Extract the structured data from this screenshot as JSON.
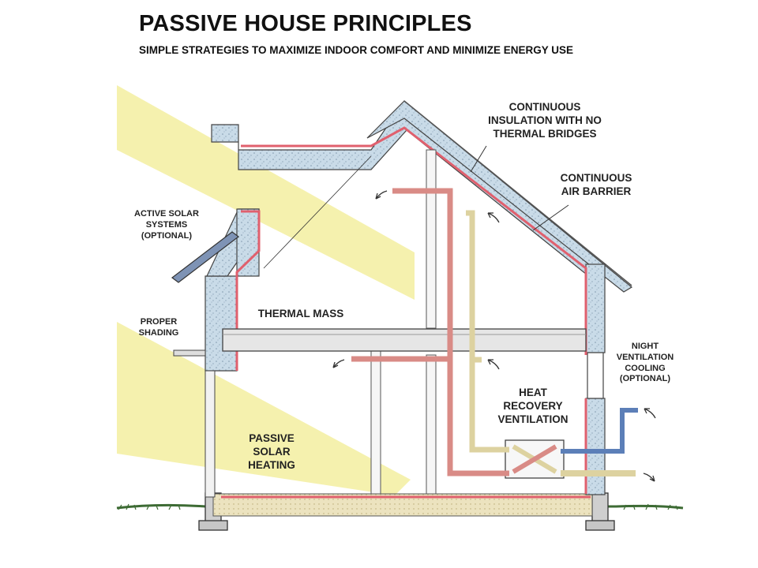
{
  "title": "PASSIVE HOUSE PRINCIPLES",
  "subtitle": "SIMPLE STRATEGIES TO MAXIMIZE INDOOR COMFORT AND MINIMIZE ENERGY USE",
  "labels": {
    "continuous_insulation": "CONTINUOUS\nINSULATION WITH NO\nTHERMAL BRIDGES",
    "continuous_air_barrier": "CONTINUOUS\nAIR BARRIER",
    "active_solar": "ACTIVE SOLAR\nSYSTEMS\n(OPTIONAL)",
    "proper_shading": "PROPER\nSHADING",
    "thermal_mass": "THERMAL MASS",
    "night_ventilation": "NIGHT\nVENTILATION\nCOOLING\n(OPTIONAL)",
    "heat_recovery": "HEAT\nRECOVERY\nVENTILATION",
    "passive_solar": "PASSIVE\nSOLAR\nHEATING"
  },
  "colors": {
    "insulation": "#c9dbe8",
    "air_barrier": "#e0606e",
    "sunlight": "#f2ee9a",
    "duct_supply": "#d98b86",
    "duct_fresh": "#5c7fb8",
    "duct_exhaust": "#ddd2a0",
    "slab": "#ece3bf"
  }
}
